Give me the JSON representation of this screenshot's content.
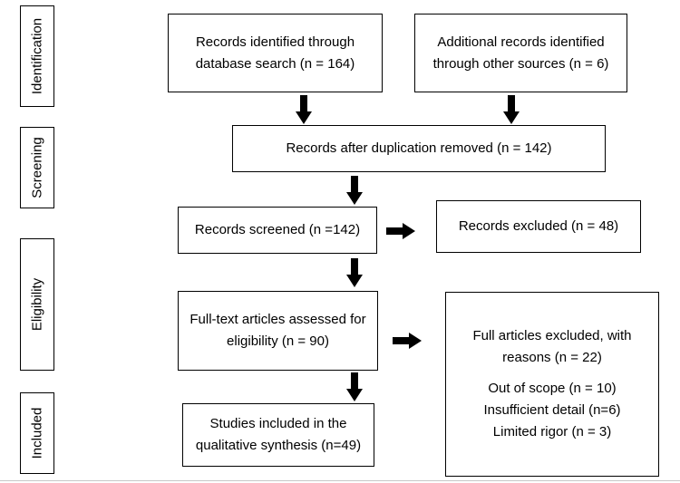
{
  "stages": {
    "identification": "Identification",
    "screening": "Screening",
    "eligibility": "Eligibility",
    "included": "Included"
  },
  "boxes": {
    "database_search": [
      "Records identified through",
      "database search (n = 164)"
    ],
    "other_sources": [
      "Additional records identified",
      "through other sources (n = 6)"
    ],
    "duplicates_removed": "Records after duplication removed (n = 142)",
    "screened": "Records screened (n =142)",
    "excluded": "Records excluded (n = 48)",
    "full_text": [
      "Full-text articles assessed for",
      "eligibility (n = 90)"
    ],
    "full_excluded": {
      "heading": [
        "Full articles excluded, with",
        "reasons (n = 22)"
      ],
      "reasons": [
        "Out of scope (n = 10)",
        "Insufficient detail (n=6)",
        "Limited rigor (n = 3)"
      ]
    },
    "included_studies": [
      "Studies included in the",
      "qualitative synthesis (n=49)"
    ]
  }
}
